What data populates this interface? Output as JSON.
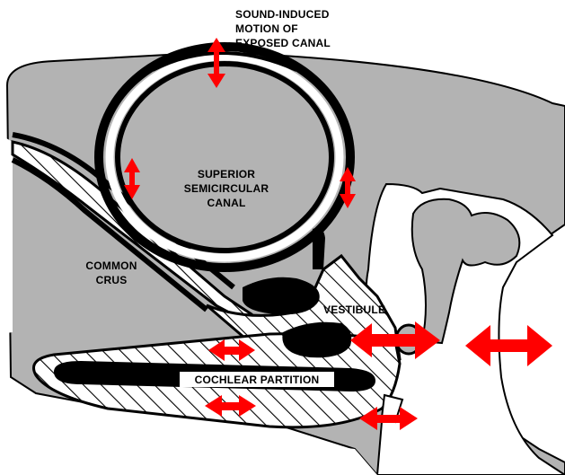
{
  "labels": {
    "sound_line1": "SOUND-INDUCED",
    "sound_line2": "MOTION OF",
    "sound_line3": "EXPOSED CANAL",
    "ssc_line1": "SUPERIOR",
    "ssc_line2": "SEMICIRCULAR",
    "ssc_line3": "CANAL",
    "crus_line1": "COMMON",
    "crus_line2": "CRUS",
    "vestibule": "VESTIBULE",
    "cochlear": "COCHLEAR PARTITION"
  },
  "colors": {
    "bone": "#b3b3b3",
    "outline": "#000000",
    "fluid": "#ffffff",
    "arrow": "#ff0000"
  }
}
